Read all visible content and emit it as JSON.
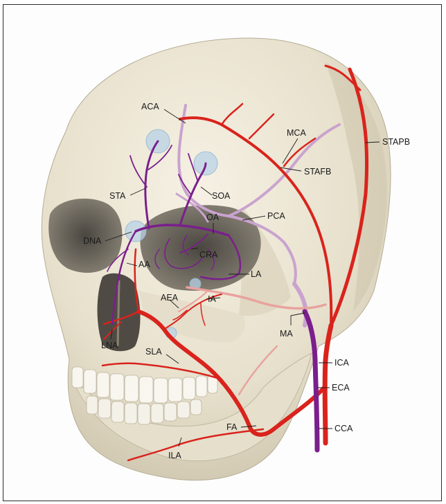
{
  "labels": {
    "aca": "ACA",
    "mca": "MCA",
    "stapb": "STAPB",
    "stafb": "STAFB",
    "sta": "STA",
    "soa": "SOA",
    "pca": "PCA",
    "oa": "OA",
    "dna": "DNA",
    "cra": "CRA",
    "aa": "AA",
    "la": "LA",
    "aea": "AEA",
    "ia": "IA",
    "ma": "MA",
    "lna": "LNA",
    "sla": "SLA",
    "ica": "ICA",
    "eca": "ECA",
    "fa": "FA",
    "cca": "CCA",
    "ila": "ILA"
  },
  "colors": {
    "bone": "#ece6d6",
    "bone_shadow": "#c9c0aa",
    "orbit_dark": "#5e5a52",
    "external_carotid_branches": "#d9231c",
    "internal_carotid_branches": "#7a1f8c",
    "light_purple_vessels": "#c9a3cf",
    "light_red_vessels": "#e8a39e",
    "anastomosis_zone": "#b8d2e6"
  }
}
